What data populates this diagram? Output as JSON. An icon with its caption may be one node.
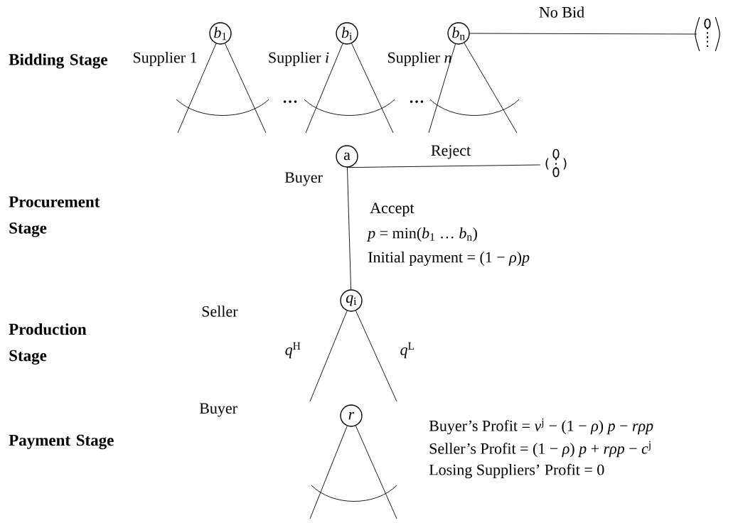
{
  "diagram": {
    "nodes": [
      {
        "text": [
          "*b*$_{1}$"
        ],
        "beside": [
          "Supplier 1"
        ]
      },
      {
        "text": [
          "*b*$_{i}$"
        ],
        "beside": [
          "Supplier *i*"
        ]
      },
      {
        "text": [
          "*b*$_{n}$"
        ],
        "beside": [
          "Supplier *n*"
        ]
      },
      {
        "text": [
          "0",
          "⋮",
          "⋮"
        ]
      },
      {
        "text": [
          "a"
        ],
        "beside": [
          "Buyer"
        ]
      },
      {
        "text": [
          "0",
          "(⋮)",
          "0"
        ]
      },
      {
        "text": [
          "*q*$_{i}$"
        ]
      },
      {
        "text": [
          "*r*"
        ]
      }
    ],
    "edges": [
      {
        "from": 0,
        "to": null,
        "arrow": "none"
      },
      {
        "from": 0,
        "to": null,
        "arrow": "none"
      },
      {
        "from": 1,
        "to": null,
        "arrow": "none"
      },
      {
        "from": 1,
        "to": null,
        "arrow": "none"
      },
      {
        "from": 2,
        "to": null,
        "arrow": "none"
      },
      {
        "from": 2,
        "to": null,
        "arrow": "none"
      },
      {
        "from": 2,
        "to": 3,
        "arrow": "none",
        "label": "No Bid"
      },
      {
        "from": 4,
        "to": 5,
        "arrow": "none",
        "label": "Reject"
      },
      {
        "from": 4,
        "to": 6,
        "arrow": "none",
        "label": "Accept"
      },
      {
        "from": 6,
        "to": null,
        "arrow": "none",
        "label": "*q*$^{H}$"
      },
      {
        "from": 6,
        "to": null,
        "arrow": "none",
        "label": "*q*$^{L}$"
      },
      {
        "from": 7,
        "to": null,
        "arrow": "none"
      },
      {
        "from": 7,
        "to": null,
        "arrow": "none"
      }
    ],
    "labels": [
      "Bidding Stage",
      "…",
      "…",
      "Procurement Stage",
      "Seller",
      "*p* = min(*b*$_{1}$ … *b*$_{n}$)",
      "Initial payment = (1 − *ρ*)*p*",
      "Production Stage",
      "Buyer",
      "Payment Stage",
      "Buyer’s Profit = *v*$^{j}$ − (1 − *ρ*) *p* − *rρp*",
      "Seller’s Profit = (1 − *ρ*) *p* + *rρp* − *c*$^{j}$",
      "Losing Suppliers’ Profit = 0"
    ]
  }
}
